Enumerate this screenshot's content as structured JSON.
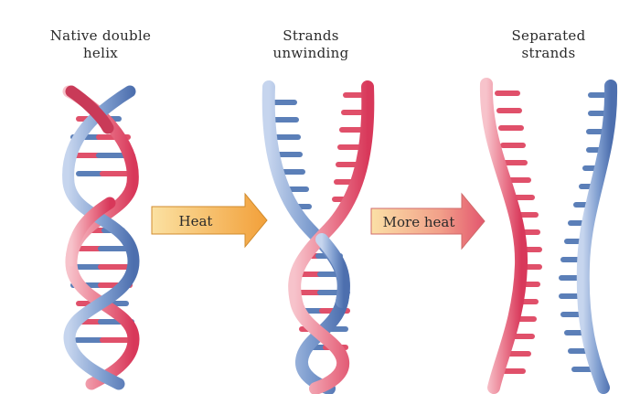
{
  "labels": {
    "native": [
      "Native double",
      "helix"
    ],
    "unwinding": [
      "Strands",
      "unwinding"
    ],
    "separated": [
      "Separated",
      "strands"
    ]
  },
  "arrows": {
    "heat": "Heat",
    "more_heat": "More heat"
  },
  "colors": {
    "blue_strand": "#5b7fb8",
    "blue_strand_light": "#b5c7e6",
    "red_strand": "#e0506a",
    "red_strand_light": "#f4b3bd",
    "arrow_fill_start": "#f7d07a",
    "arrow_fill_end_heat": "#f2a23a",
    "arrow_fill_end_more": "#e86a6a"
  }
}
